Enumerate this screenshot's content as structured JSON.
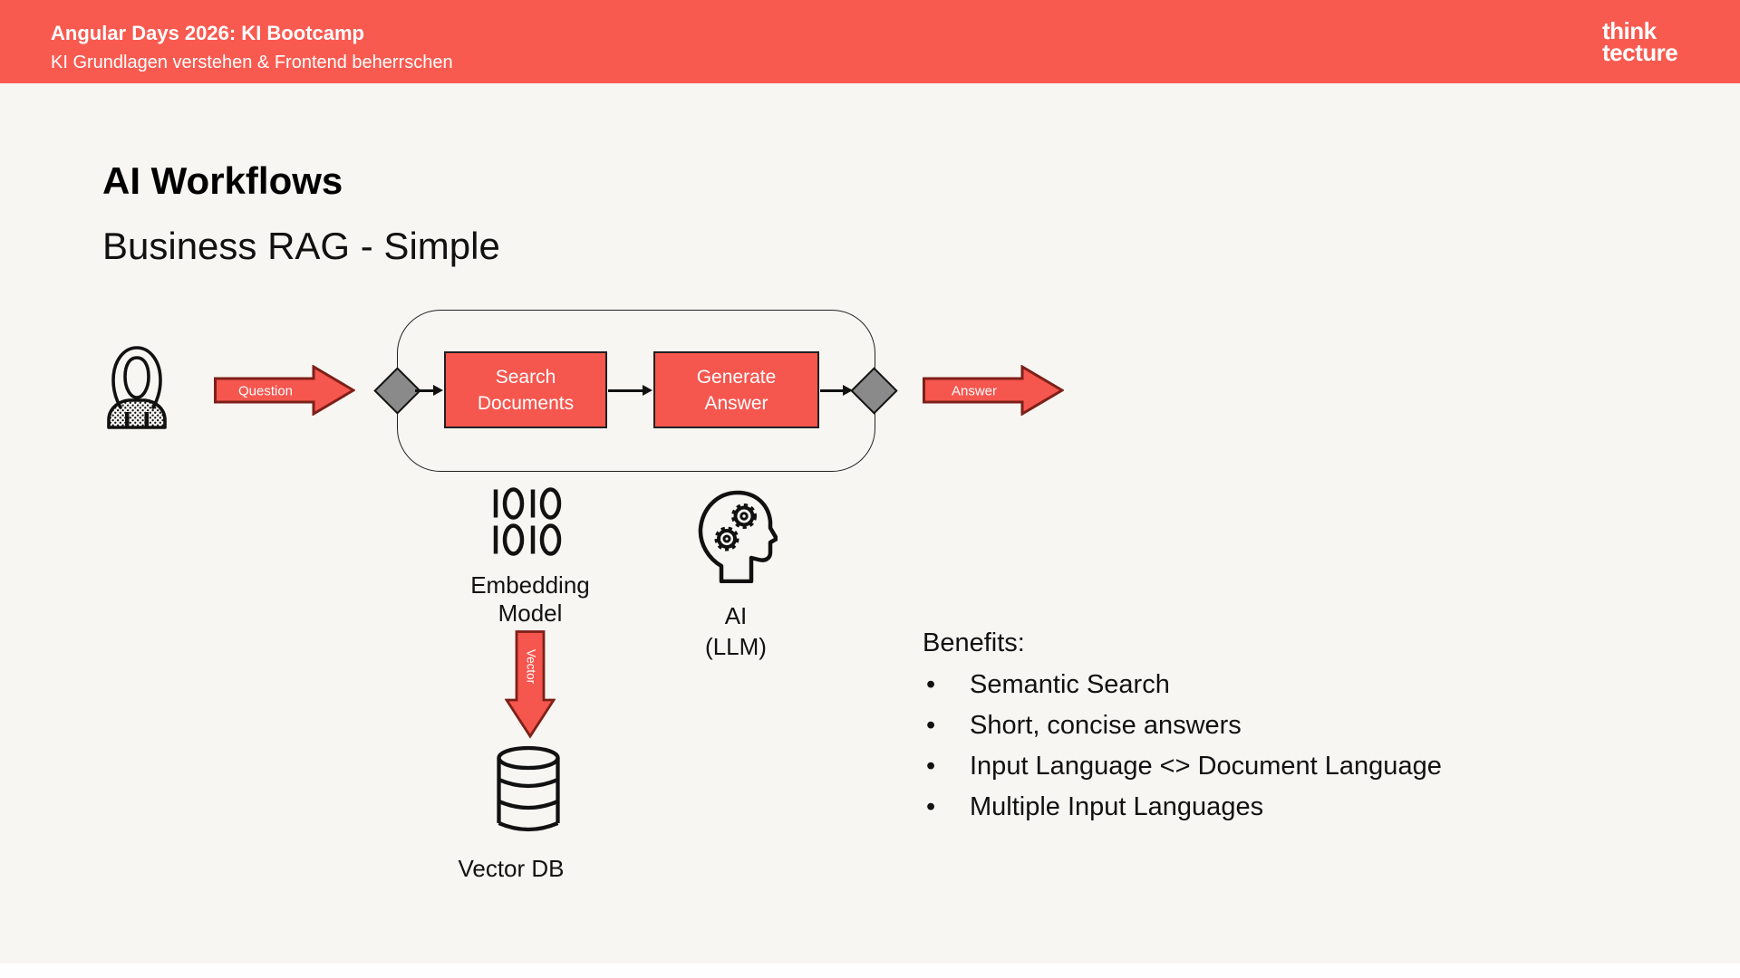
{
  "header": {
    "title": "Angular Days 2026: KI Bootcamp",
    "subtitle": "KI Grundlagen verstehen & Frontend beherrschen",
    "logo": {
      "line1": "think",
      "line2": "tecture"
    }
  },
  "slide": {
    "title": "AI Workflows",
    "subtitle": "Business RAG - Simple"
  },
  "diagram": {
    "actor_icon": "woman-user-icon",
    "question_arrow_label": "Question",
    "answer_arrow_label": "Answer",
    "process_steps": [
      {
        "line1": "Search",
        "line2": "Documents"
      },
      {
        "line1": "Generate",
        "line2": "Answer"
      }
    ],
    "embedding": {
      "icon": "binary-1010-icon",
      "line1": "Embedding",
      "line2": "Model"
    },
    "ai": {
      "icon": "head-with-gears-icon",
      "line1": "AI",
      "line2": "(LLM)"
    },
    "vector_arrow_label": "Vector",
    "vector_db": {
      "icon": "database-cylinder-icon",
      "label": "Vector DB"
    }
  },
  "benefits": {
    "heading": "Benefits:",
    "items": [
      "Semantic Search",
      "Short, concise answers",
      "Input Language <> Document Language",
      "Multiple Input Languages"
    ]
  },
  "colors": {
    "header_red": "#F95A50",
    "shape_red": "#F5564E",
    "arrow_border_red": "#7E2018",
    "diamond_gray": "#8A8A8A",
    "background": "#F7F6F3",
    "line_black": "#111111"
  }
}
